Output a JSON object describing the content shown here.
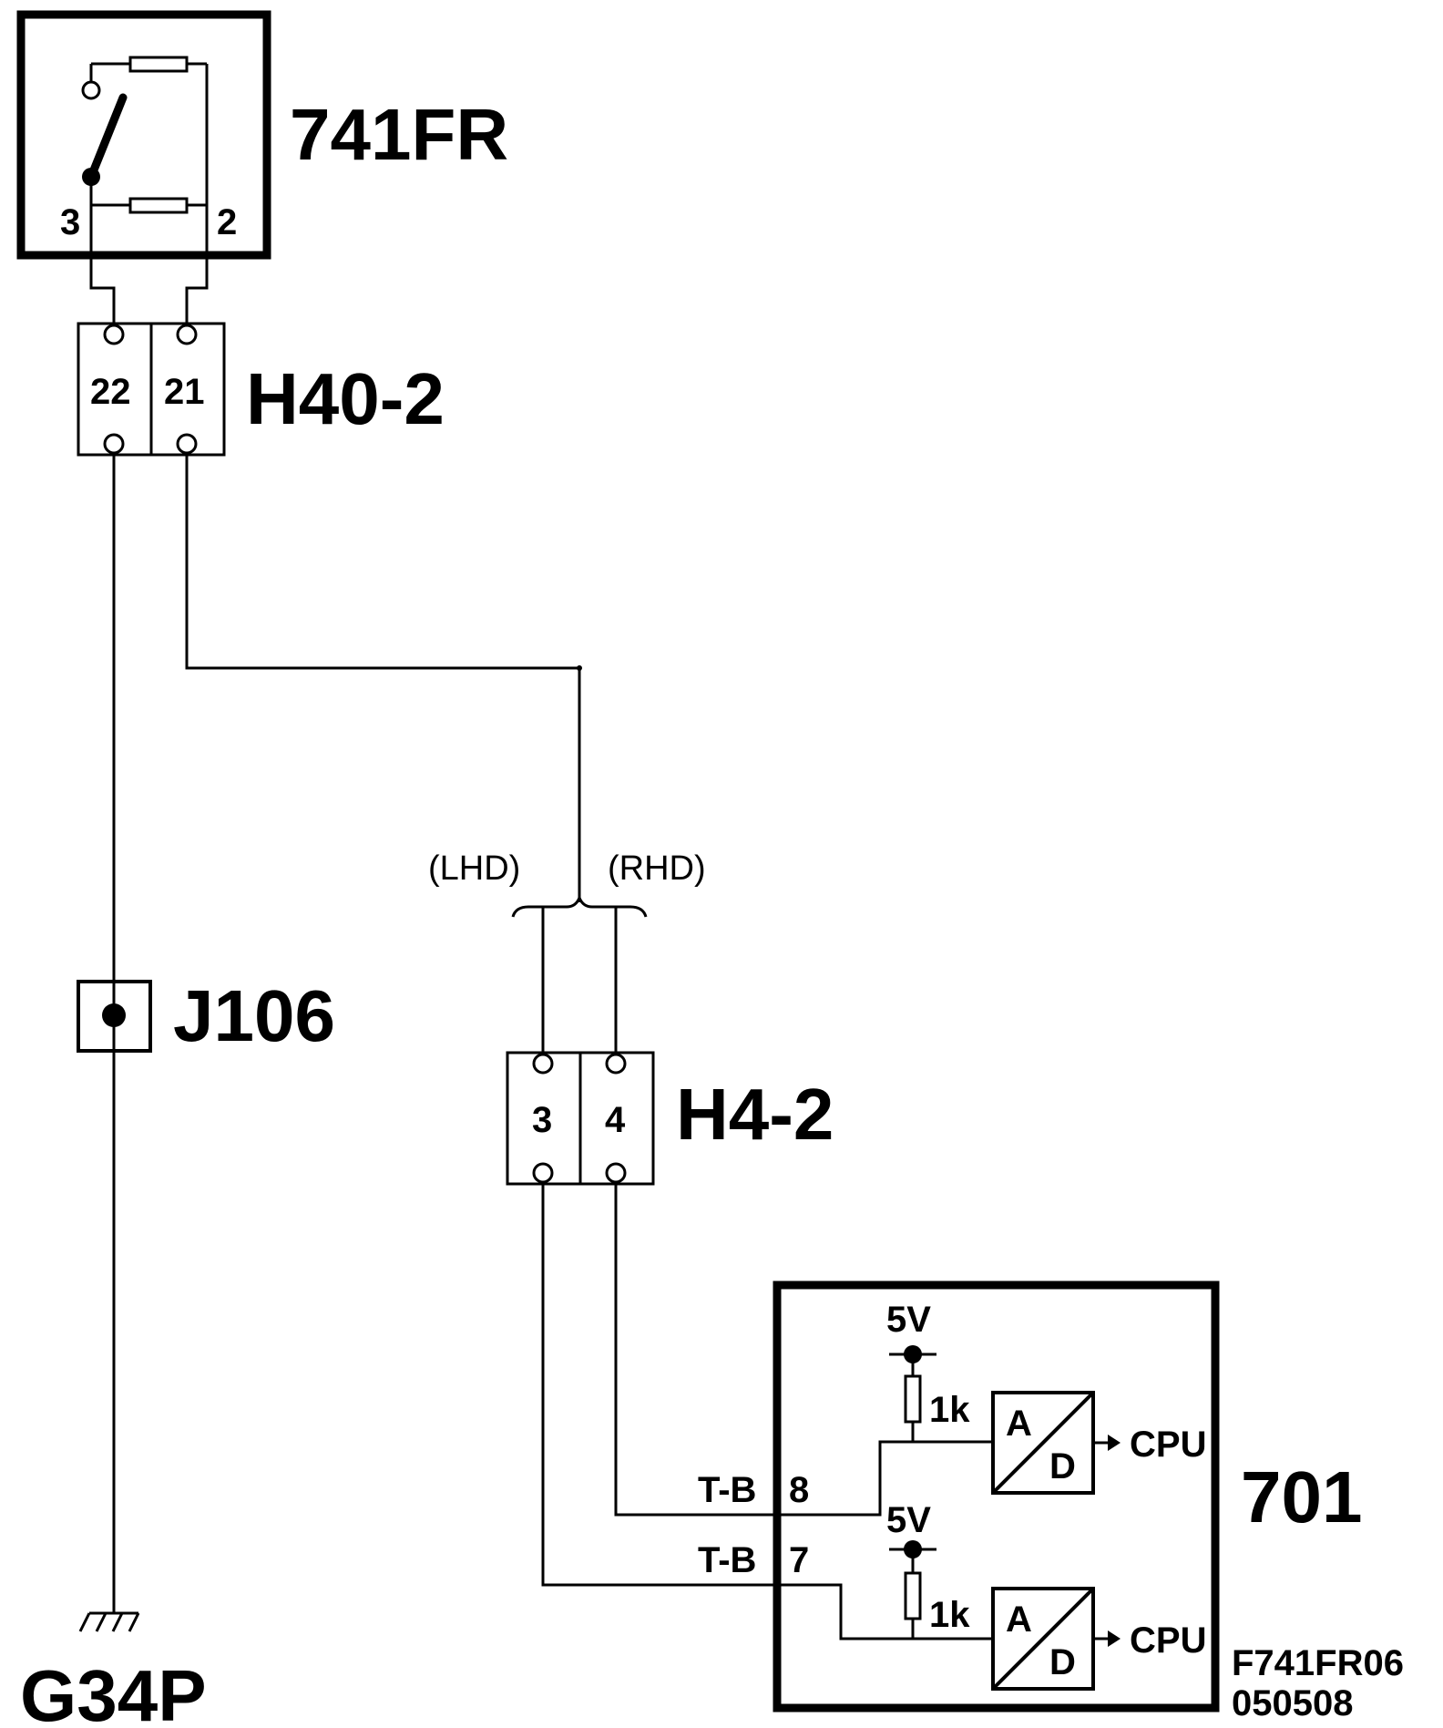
{
  "components": {
    "switch": {
      "label": "741FR",
      "pin_left": "3",
      "pin_right": "2"
    },
    "connector_h40": {
      "label": "H40-2",
      "pins": [
        "22",
        "21"
      ]
    },
    "splice": {
      "label": "J106"
    },
    "ground": {
      "label": "G34P"
    },
    "branch": {
      "left_label": "(LHD)",
      "right_label": "(RHD)"
    },
    "connector_h4": {
      "label": "H4-2",
      "pins": [
        "3",
        "4"
      ]
    },
    "ecu": {
      "label": "701",
      "upper": {
        "pin_name": "T-B",
        "pin_number": "8",
        "supply": "5V",
        "resistor": "1k",
        "adc_a": "A",
        "adc_d": "D",
        "output": "CPU"
      },
      "lower": {
        "pin_name": "T-B",
        "pin_number": "7",
        "supply": "5V",
        "resistor": "1k",
        "adc_a": "A",
        "adc_d": "D",
        "output": "CPU"
      }
    }
  },
  "figure_code": {
    "line1": "F741FR06",
    "line2": "050508"
  }
}
